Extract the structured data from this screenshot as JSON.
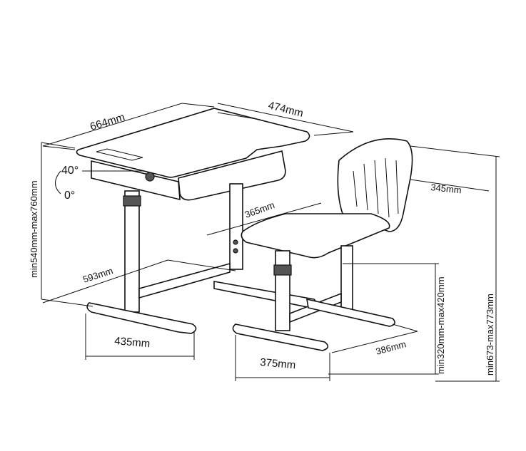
{
  "diagram": {
    "desk": {
      "width": "664mm",
      "depth": "474mm",
      "tilt_max": "40°",
      "tilt_min": "0°",
      "height_range": "min540mm-max760mm",
      "leg_depth": "593mm",
      "base_width": "435mm"
    },
    "chair": {
      "seat_depth": "365mm",
      "back_width": "345mm",
      "base_width": "375mm",
      "base_depth": "386mm",
      "seat_height_range": "min320mm-max420mm",
      "total_height_range": "min673-max773mm"
    }
  }
}
